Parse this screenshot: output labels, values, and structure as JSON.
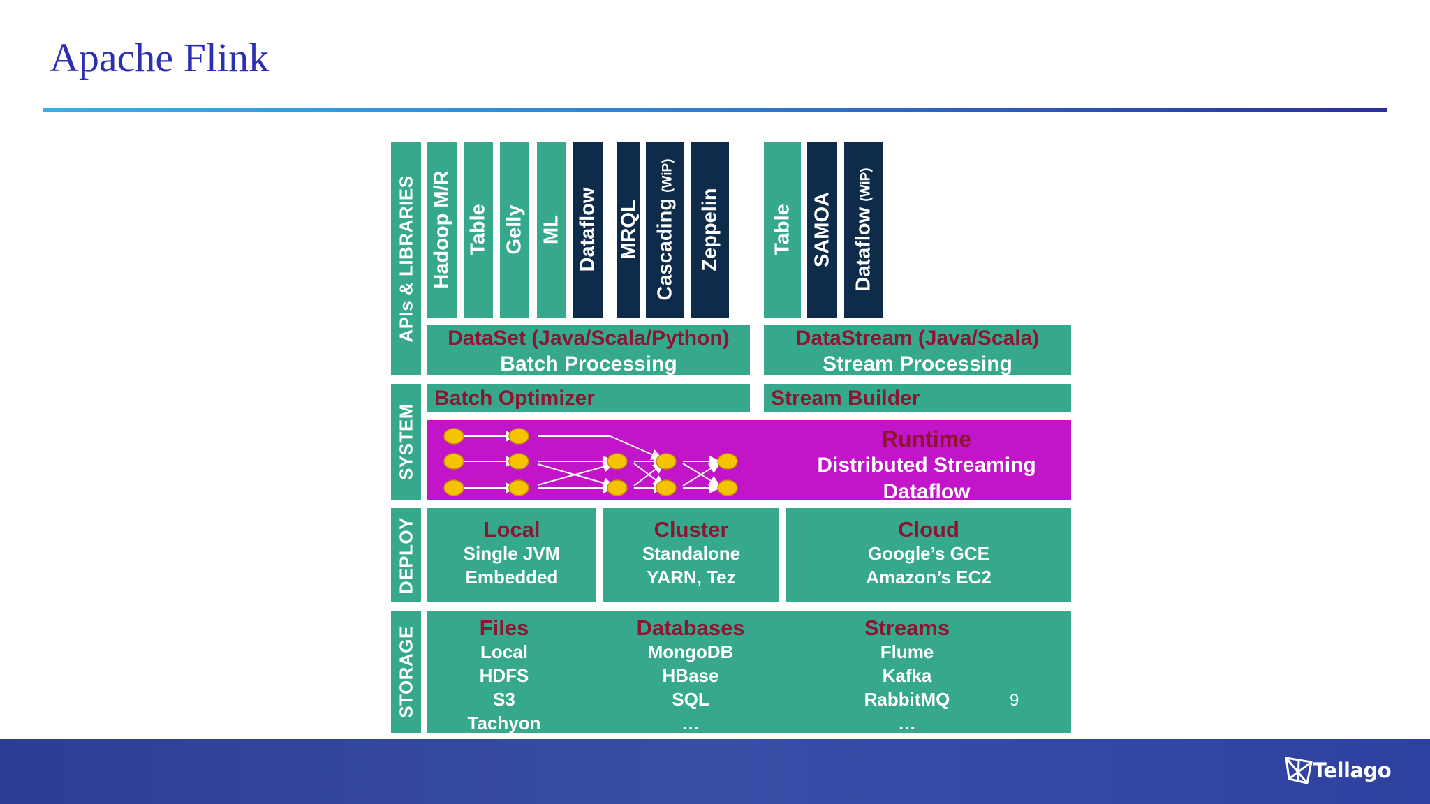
{
  "slide": {
    "title": "Apache Flink",
    "page_number": "9",
    "logo_text": "Tellago"
  },
  "layers": {
    "apis": "APIs & LIBRARIES",
    "system": "SYSTEM",
    "deploy": "DEPLOY",
    "storage": "STORAGE"
  },
  "libraries": {
    "batch": [
      "Hadoop M/R",
      "Table",
      "Gelly",
      "ML"
    ],
    "batch_dark": [
      "Dataflow",
      "MRQL",
      "Cascading",
      "Zeppelin"
    ],
    "stream": [
      "Table"
    ],
    "stream_dark": [
      "SAMOA",
      "Dataflow"
    ],
    "wip": "(WiP)"
  },
  "apis": {
    "dataset_title": "DataSet (Java/Scala/Python)",
    "dataset_sub": "Batch Processing",
    "datastream_title": "DataStream (Java/Scala)",
    "datastream_sub": "Stream Processing"
  },
  "system": {
    "batch_optimizer": "Batch Optimizer",
    "stream_builder": "Stream Builder",
    "runtime_title": "Runtime",
    "runtime_line1": "Distributed Streaming",
    "runtime_line2": "Dataflow"
  },
  "deploy": [
    {
      "title": "Local",
      "lines": [
        "Single JVM",
        "Embedded"
      ]
    },
    {
      "title": "Cluster",
      "lines": [
        "Standalone",
        "YARN, Tez"
      ]
    },
    {
      "title": "Cloud",
      "lines": [
        "Google’s GCE",
        "Amazon’s EC2"
      ]
    }
  ],
  "storage": [
    {
      "title": "Files",
      "lines": [
        "Local",
        "HDFS",
        "S3",
        "Tachyon"
      ]
    },
    {
      "title": "Databases",
      "lines": [
        "MongoDB",
        "HBase",
        "SQL",
        "…"
      ]
    },
    {
      "title": "Streams",
      "lines": [
        "Flume",
        "Kafka",
        "RabbitMQ",
        "…"
      ]
    }
  ],
  "colors": {
    "title": "#2b2fb0",
    "teal": "#36a98d",
    "dark_navy": "#0e2b4a",
    "magenta": "#c214c8",
    "maroon": "#8e1531",
    "node_yellow": "#f5c400",
    "footer_blue": "#33469e"
  }
}
